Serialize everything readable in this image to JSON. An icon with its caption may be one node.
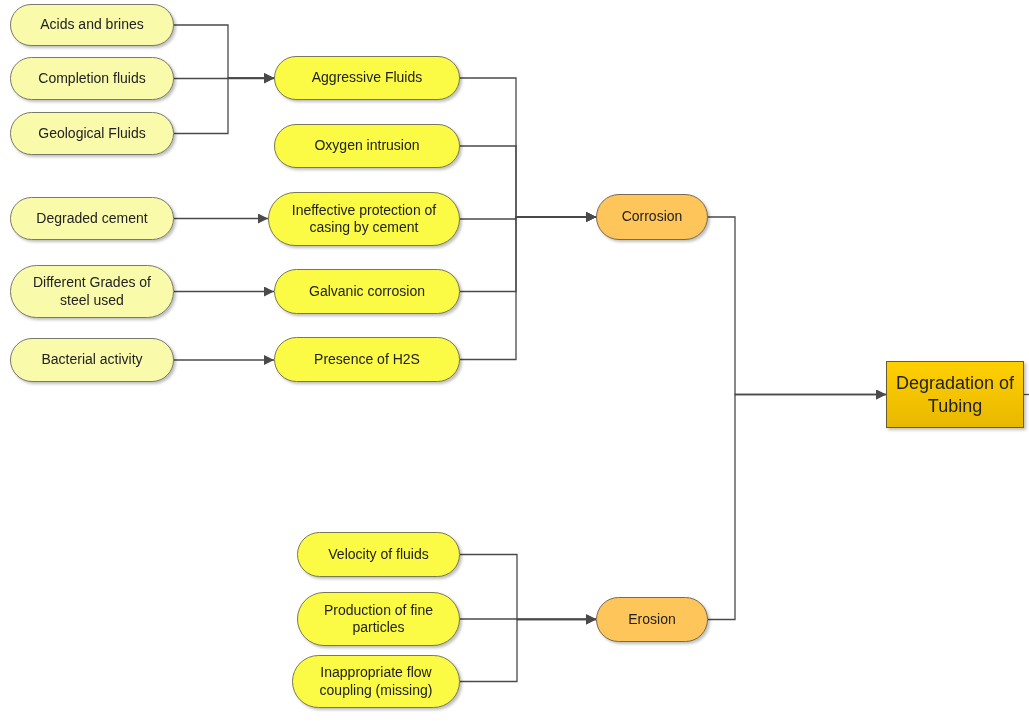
{
  "diagram": {
    "nodes": [
      {
        "text": [
          "Acids and brines"
        ]
      },
      {
        "text": [
          "Completion fluids"
        ]
      },
      {
        "text": [
          "Geological Fluids"
        ]
      },
      {
        "text": [
          "Degraded cement"
        ]
      },
      {
        "text": [
          "Different Grades of steel used"
        ]
      },
      {
        "text": [
          "Bacterial activity"
        ]
      },
      {
        "text": [
          "Aggressive Fluids"
        ]
      },
      {
        "text": [
          "Oxygen intrusion"
        ]
      },
      {
        "text": [
          "Ineffective protection of casing by cement"
        ]
      },
      {
        "text": [
          "Galvanic corrosion"
        ]
      },
      {
        "text": [
          "Presence of H2S"
        ]
      },
      {
        "text": [
          "Corrosion"
        ]
      },
      {
        "text": [
          "Degradation of Tubing"
        ]
      },
      {
        "text": [
          "Velocity of fluids"
        ]
      },
      {
        "text": [
          "Production of fine particles"
        ]
      },
      {
        "text": [
          "Inappropriate flow coupling (missing)"
        ]
      },
      {
        "text": [
          "Erosion"
        ]
      }
    ],
    "edges": [
      {
        "from": 0,
        "to": 6,
        "arrow": "to"
      },
      {
        "from": 1,
        "to": 6,
        "arrow": "to"
      },
      {
        "from": 2,
        "to": 6,
        "arrow": "to"
      },
      {
        "from": 3,
        "to": 8,
        "arrow": "to"
      },
      {
        "from": 4,
        "to": 9,
        "arrow": "to"
      },
      {
        "from": 5,
        "to": 10,
        "arrow": "to"
      },
      {
        "from": 6,
        "to": 11,
        "arrow": "to"
      },
      {
        "from": 7,
        "to": 11,
        "arrow": "to"
      },
      {
        "from": 8,
        "to": 11,
        "arrow": "to"
      },
      {
        "from": 9,
        "to": 11,
        "arrow": "to"
      },
      {
        "from": 10,
        "to": 11,
        "arrow": "to"
      },
      {
        "from": 11,
        "to": 12,
        "arrow": "to"
      },
      {
        "from": 16,
        "to": 12,
        "arrow": "to"
      },
      {
        "from": 13,
        "to": 16,
        "arrow": "to"
      },
      {
        "from": 14,
        "to": 16,
        "arrow": "to"
      },
      {
        "from": 15,
        "to": 16,
        "arrow": "to"
      },
      {
        "from": 12,
        "to": null,
        "arrow": "none"
      }
    ]
  }
}
